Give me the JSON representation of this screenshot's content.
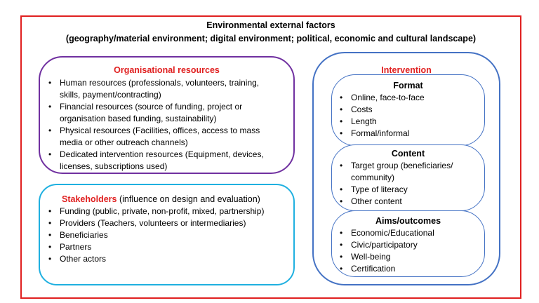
{
  "header": {
    "line1": "Environmental external factors",
    "line2": "(geography/material environment; digital environment; political, economic and cultural landscape)"
  },
  "organisational": {
    "title": "Organisational resources",
    "items": [
      "Human resources (professionals, volunteers, training, skills, payment/contracting)",
      "Financial resources (source of funding, project or organisation based funding, sustainability)",
      "Physical resources (Facilities, offices, access to mass media or other outreach channels)",
      "Dedicated intervention resources (Equipment, devices, licenses, subscriptions used)"
    ]
  },
  "stakeholders": {
    "title": "Stakeholders",
    "note": " (influence on design and evaluation)",
    "items": [
      "Funding (public, private, non-profit, mixed, partnership)",
      "Providers (Teachers, volunteers or intermediaries)",
      "Beneficiaries",
      "Partners",
      "Other actors"
    ]
  },
  "intervention": {
    "title": "Intervention",
    "format": {
      "title": "Format",
      "items": [
        "Online, face-to-face",
        "Costs",
        "Length",
        "Formal/informal"
      ]
    },
    "content": {
      "title": "Content",
      "items": [
        "Target group (beneficiaries/ community)",
        "Type of literacy",
        "Other content"
      ]
    },
    "aims": {
      "title": "Aims/outcomes",
      "items": [
        "Economic/Educational",
        "Civic/participatory",
        "Well-being",
        "Certification"
      ]
    }
  },
  "colors": {
    "outer_border": "#e02020",
    "organisational_border": "#7030a0",
    "stakeholders_border": "#1fb0e0",
    "intervention_border": "#4472c4",
    "title_red": "#e02020"
  }
}
